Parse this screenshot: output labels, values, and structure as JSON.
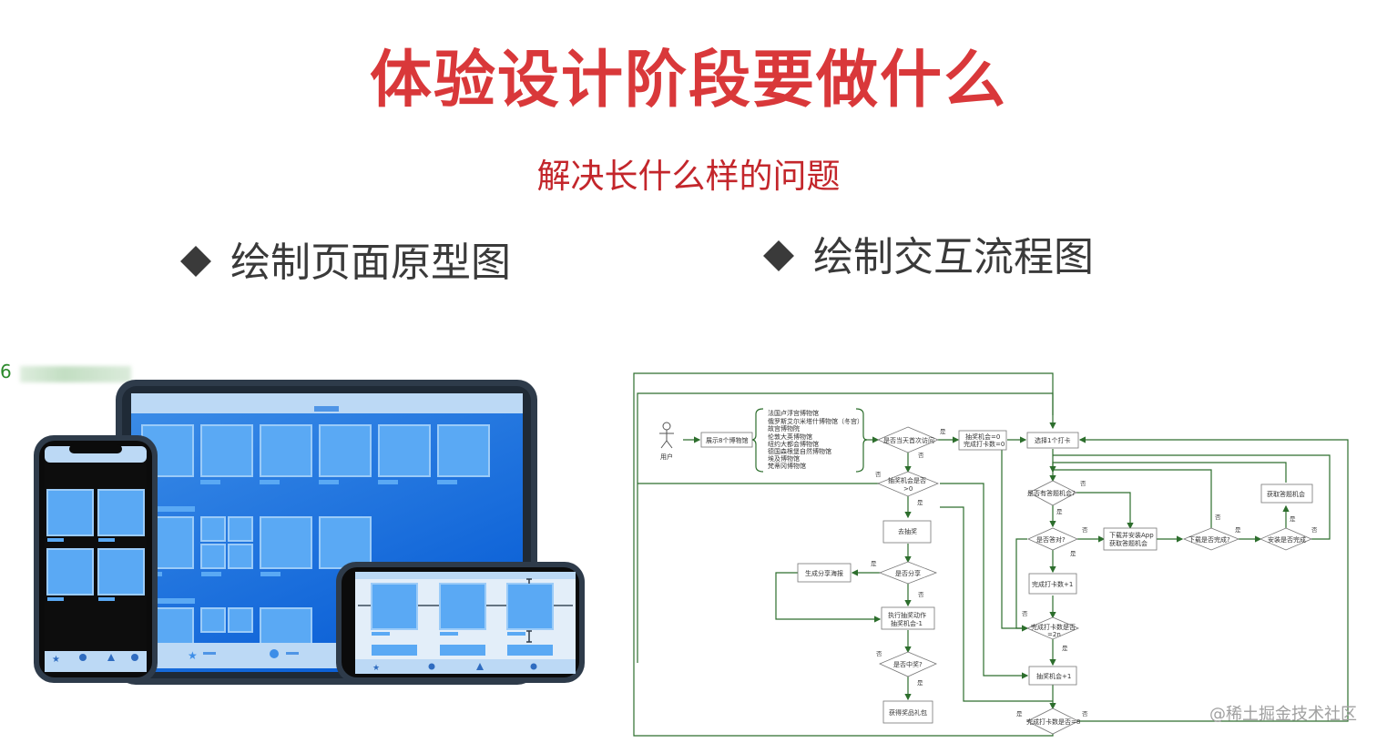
{
  "title": "体验设计阶段要做什么",
  "subtitle": "解决长什么样的问题",
  "bullets": {
    "left": "绘制页面原型图",
    "right": "绘制交互流程图"
  },
  "watermark": "@稀土掘金技术社区",
  "corner_mark": "6",
  "icons": [
    "diamond-bullet-icon",
    "person-icon",
    "star-icon",
    "circle-icon",
    "triangle-icon",
    "text-cursor-icon"
  ],
  "colors": {
    "title": "#d9383a",
    "subtitle": "#c3262b",
    "tile_blue": "#5aa9f4",
    "device_frame": "#2e3b4a",
    "flow_line": "#2d6e2d"
  },
  "flow": {
    "user": "用户",
    "show": "展示8个博物馆",
    "museums": [
      "法国卢浮宫博物馆",
      "俄罗斯艾尔米塔什博物馆（冬宫）",
      "故宫博物院",
      "伦敦大英博物馆",
      "纽约大都会博物馆",
      "德国森根堡自然博物馆",
      "埃及博物馆",
      "梵蒂冈博物馆"
    ],
    "first_visit": "是否当天首次访问",
    "init": [
      "抽奖机会=0",
      "完成打卡数=0"
    ],
    "choose_card": "选择1个打卡",
    "chance_check": [
      "抽奖机会是否",
      ">0"
    ],
    "go_draw": "去抽奖",
    "share_poster": "生成分享海报",
    "is_share": "是否分享",
    "exec_draw": [
      "执行抽奖动作",
      "抽奖机会-1"
    ],
    "is_win": "是否中奖?",
    "get_prize": "获得奖品礼包",
    "has_answer": "是否有答题机会?",
    "answered": "是否答对?",
    "download_app": [
      "下载并安装App",
      "获取答题机会"
    ],
    "download_done": "下载是否完成?",
    "install_done": "安装是否完成",
    "get_answer": "获取答题机会",
    "checkin_plus": "完成打卡数+1",
    "checkin_eq": [
      "完成打卡数是否",
      "=2n"
    ],
    "chance_plus": "抽奖机会+1",
    "checkin_8": "完成打卡数是否=8",
    "yes": "是",
    "no": "否"
  }
}
